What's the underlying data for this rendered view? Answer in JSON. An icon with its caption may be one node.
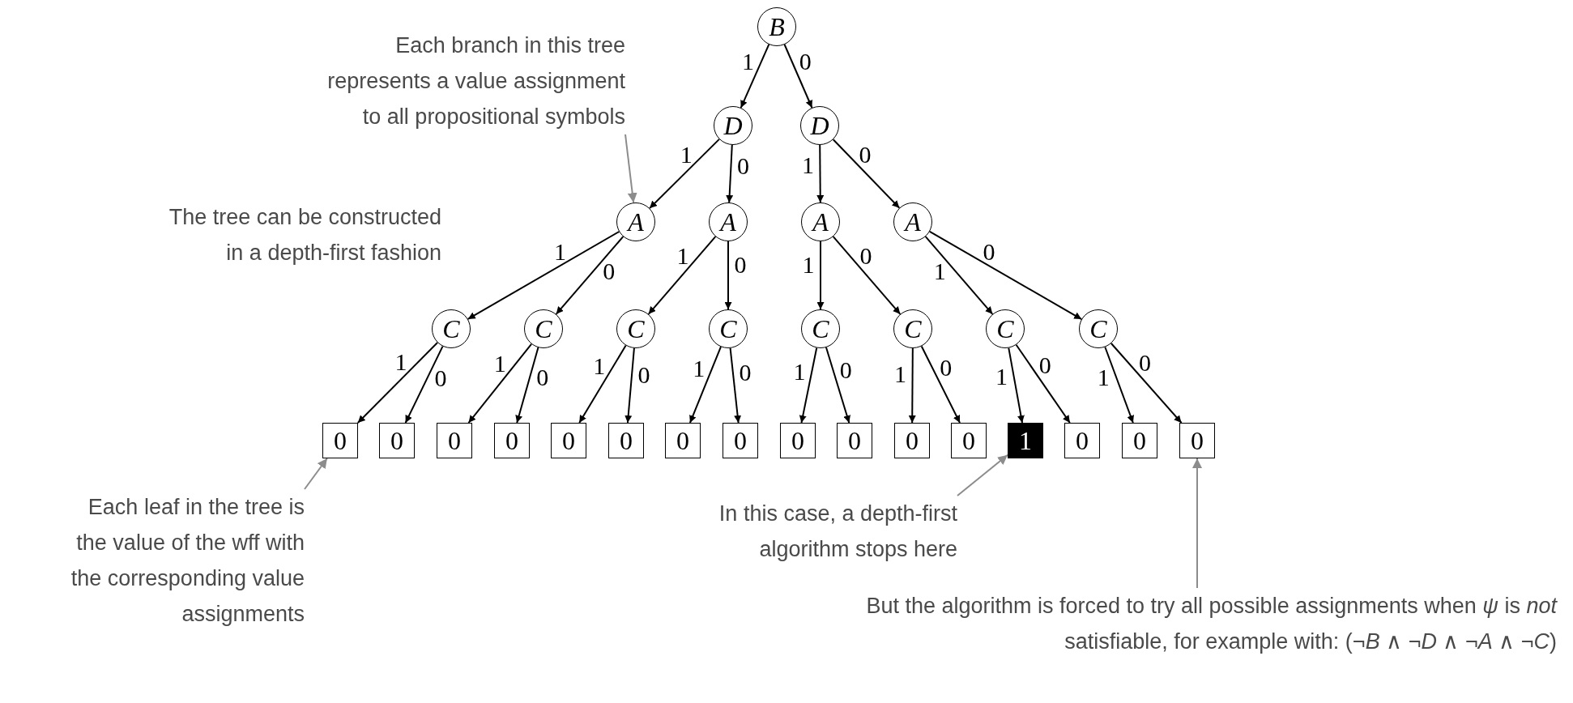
{
  "diagram": {
    "nodes": [
      {
        "text": [
          "B"
        ]
      },
      {
        "text": [
          "D"
        ]
      },
      {
        "text": [
          "D"
        ]
      },
      {
        "text": [
          "A"
        ]
      },
      {
        "text": [
          "A"
        ]
      },
      {
        "text": [
          "A"
        ]
      },
      {
        "text": [
          "A"
        ]
      },
      {
        "text": [
          "C"
        ]
      },
      {
        "text": [
          "C"
        ]
      },
      {
        "text": [
          "C"
        ]
      },
      {
        "text": [
          "C"
        ]
      },
      {
        "text": [
          "C"
        ]
      },
      {
        "text": [
          "C"
        ]
      },
      {
        "text": [
          "C"
        ]
      },
      {
        "text": [
          "C"
        ]
      },
      {
        "text": [
          "0"
        ]
      },
      {
        "text": [
          "0"
        ]
      },
      {
        "text": [
          "0"
        ]
      },
      {
        "text": [
          "0"
        ]
      },
      {
        "text": [
          "0"
        ]
      },
      {
        "text": [
          "0"
        ]
      },
      {
        "text": [
          "0"
        ]
      },
      {
        "text": [
          "0"
        ]
      },
      {
        "text": [
          "0"
        ]
      },
      {
        "text": [
          "0"
        ]
      },
      {
        "text": [
          "0"
        ]
      },
      {
        "text": [
          "0"
        ]
      },
      {
        "text": [
          "1"
        ]
      },
      {
        "text": [
          "0"
        ]
      },
      {
        "text": [
          "0"
        ]
      },
      {
        "text": [
          "0"
        ]
      },
      {
        "text": [
          "Each branch in this tree represents a value assignment to all propositional symbols"
        ]
      },
      {
        "text": [
          "The tree can be constructed in a depth-first fashion"
        ]
      },
      {
        "text": [
          "Each leaf in the tree is the value of the wff with the corresponding value assignments"
        ]
      },
      {
        "text": [
          "In this case, a depth-first algorithm stops here"
        ]
      },
      {
        "text": [
          "But the algorithm is forced to try all possible assignments when *ψ* is *not* satisfiable, for example with: (¬*B* ∧ ¬*D* ∧ ¬*A* ∧ ¬*C*)"
        ]
      }
    ],
    "edges": [
      {
        "from": 0,
        "to": 1,
        "arrow": "to",
        "label": "1"
      },
      {
        "from": 0,
        "to": 2,
        "arrow": "to",
        "label": "0"
      },
      {
        "from": 1,
        "to": 3,
        "arrow": "to",
        "label": "1"
      },
      {
        "from": 1,
        "to": 4,
        "arrow": "to",
        "label": "0"
      },
      {
        "from": 2,
        "to": 5,
        "arrow": "to",
        "label": "1"
      },
      {
        "from": 2,
        "to": 6,
        "arrow": "to",
        "label": "0"
      },
      {
        "from": 3,
        "to": 7,
        "arrow": "to",
        "label": "1"
      },
      {
        "from": 3,
        "to": 8,
        "arrow": "to",
        "label": "0"
      },
      {
        "from": 4,
        "to": 9,
        "arrow": "to",
        "label": "1"
      },
      {
        "from": 4,
        "to": 10,
        "arrow": "to",
        "label": "0"
      },
      {
        "from": 5,
        "to": 11,
        "arrow": "to",
        "label": "1"
      },
      {
        "from": 5,
        "to": 12,
        "arrow": "to",
        "label": "0"
      },
      {
        "from": 6,
        "to": 13,
        "arrow": "to",
        "label": "1"
      },
      {
        "from": 6,
        "to": 14,
        "arrow": "to",
        "label": "0"
      },
      {
        "from": 7,
        "to": 15,
        "arrow": "to",
        "label": "1"
      },
      {
        "from": 7,
        "to": 16,
        "arrow": "to",
        "label": "0"
      },
      {
        "from": 8,
        "to": 17,
        "arrow": "to",
        "label": "1"
      },
      {
        "from": 8,
        "to": 18,
        "arrow": "to",
        "label": "0"
      },
      {
        "from": 9,
        "to": 19,
        "arrow": "to",
        "label": "1"
      },
      {
        "from": 9,
        "to": 20,
        "arrow": "to",
        "label": "0"
      },
      {
        "from": 10,
        "to": 21,
        "arrow": "to",
        "label": "1"
      },
      {
        "from": 10,
        "to": 22,
        "arrow": "to",
        "label": "0"
      },
      {
        "from": 11,
        "to": 23,
        "arrow": "to",
        "label": "1"
      },
      {
        "from": 11,
        "to": 24,
        "arrow": "to",
        "label": "0"
      },
      {
        "from": 12,
        "to": 25,
        "arrow": "to",
        "label": "1"
      },
      {
        "from": 12,
        "to": 26,
        "arrow": "to",
        "label": "0"
      },
      {
        "from": 13,
        "to": 27,
        "arrow": "to",
        "label": "1"
      },
      {
        "from": 13,
        "to": 28,
        "arrow": "to",
        "label": "0"
      },
      {
        "from": 14,
        "to": 29,
        "arrow": "to",
        "label": "1"
      },
      {
        "from": 14,
        "to": 30,
        "arrow": "to",
        "label": "0"
      },
      {
        "from": 31,
        "to": 3,
        "arrow": "to",
        "color": "#8c8c8c"
      },
      {
        "from": 33,
        "to": 15,
        "arrow": "to",
        "color": "#8c8c8c"
      },
      {
        "from": 34,
        "to": 27,
        "arrow": "to",
        "color": "#8c8c8c"
      },
      {
        "from": 35,
        "to": 30,
        "arrow": "to",
        "color": "#8c8c8c"
      }
    ]
  }
}
